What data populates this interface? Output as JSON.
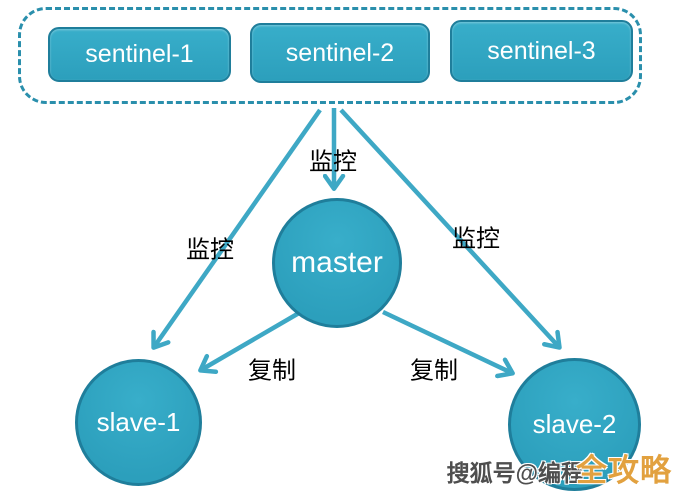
{
  "colors": {
    "node_fill": "#2C9FBC",
    "node_fill_light": "#38AECA",
    "node_border": "#1F7E9B",
    "dash_border": "#2A8FAC",
    "arrow": "#3EA8C5",
    "label_text": "#000000",
    "watermark_gray": "#4E4E4E",
    "watermark_orange": "#E2A13F"
  },
  "sentinels": {
    "items": [
      {
        "label": "sentinel-1"
      },
      {
        "label": "sentinel-2"
      },
      {
        "label": "sentinel-3"
      }
    ]
  },
  "nodes": {
    "master": {
      "label": "master"
    },
    "slave1": {
      "label": "slave-1"
    },
    "slave2": {
      "label": "slave-2"
    }
  },
  "edges": [
    {
      "from": "sentinels",
      "to": "master",
      "label": "监控"
    },
    {
      "from": "sentinels",
      "to": "slave-1",
      "label": "监控"
    },
    {
      "from": "sentinels",
      "to": "slave-2",
      "label": "监控"
    },
    {
      "from": "master",
      "to": "slave-1",
      "label": "复制"
    },
    {
      "from": "master",
      "to": "slave-2",
      "label": "复制"
    }
  ],
  "watermark": {
    "prefix": "搜狐号@编程",
    "suffix": "全攻略"
  }
}
